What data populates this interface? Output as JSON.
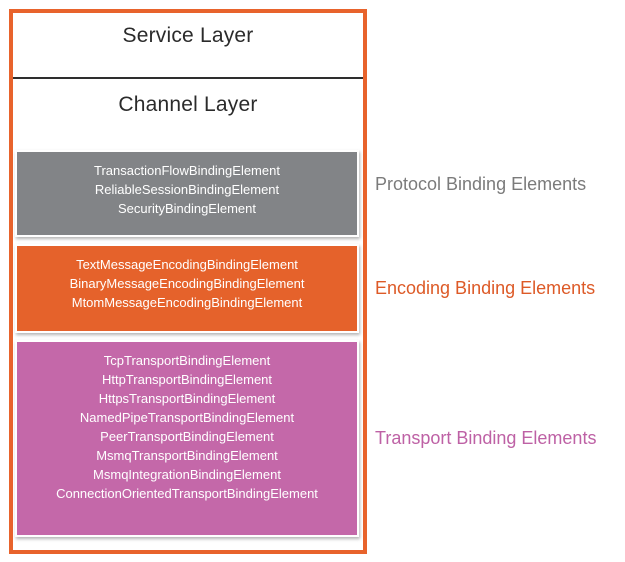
{
  "diagram": {
    "layers": {
      "service": {
        "label": "Service Layer"
      },
      "channel": {
        "label": "Channel Layer"
      }
    },
    "groups": {
      "protocol": {
        "label": "Protocol Binding Elements",
        "box_color": "#828487",
        "label_color": "#7B7B7B",
        "items": [
          "TransactionFlowBindingElement",
          "ReliableSessionBindingElement",
          "SecurityBindingElement"
        ]
      },
      "encoding": {
        "label": "Encoding Binding Elements",
        "box_color": "#E5622B",
        "label_color": "#DD5A27",
        "items": [
          "TextMessageEncodingBindingElement",
          "BinaryMessageEncodingBindingElement",
          "MtomMessageEncodingBindingElement"
        ]
      },
      "transport": {
        "label": "Transport Binding Elements",
        "box_color": "#C468A9",
        "label_color": "#BE61A5",
        "items": [
          "TcpTransportBindingElement",
          "HttpTransportBindingElement",
          "HttpsTransportBindingElement",
          "NamedPipeTransportBindingElement",
          "PeerTransportBindingElement",
          "MsmqTransportBindingElement",
          "MsmqIntegrationBindingElement",
          "ConnectionOrientedTransportBindingElement"
        ]
      }
    },
    "colors": {
      "outer_border": "#E8632C",
      "divider": "#2E2E2E",
      "layer_text": "#2B2B2B",
      "box_item_text": "#FFFFFF"
    }
  }
}
